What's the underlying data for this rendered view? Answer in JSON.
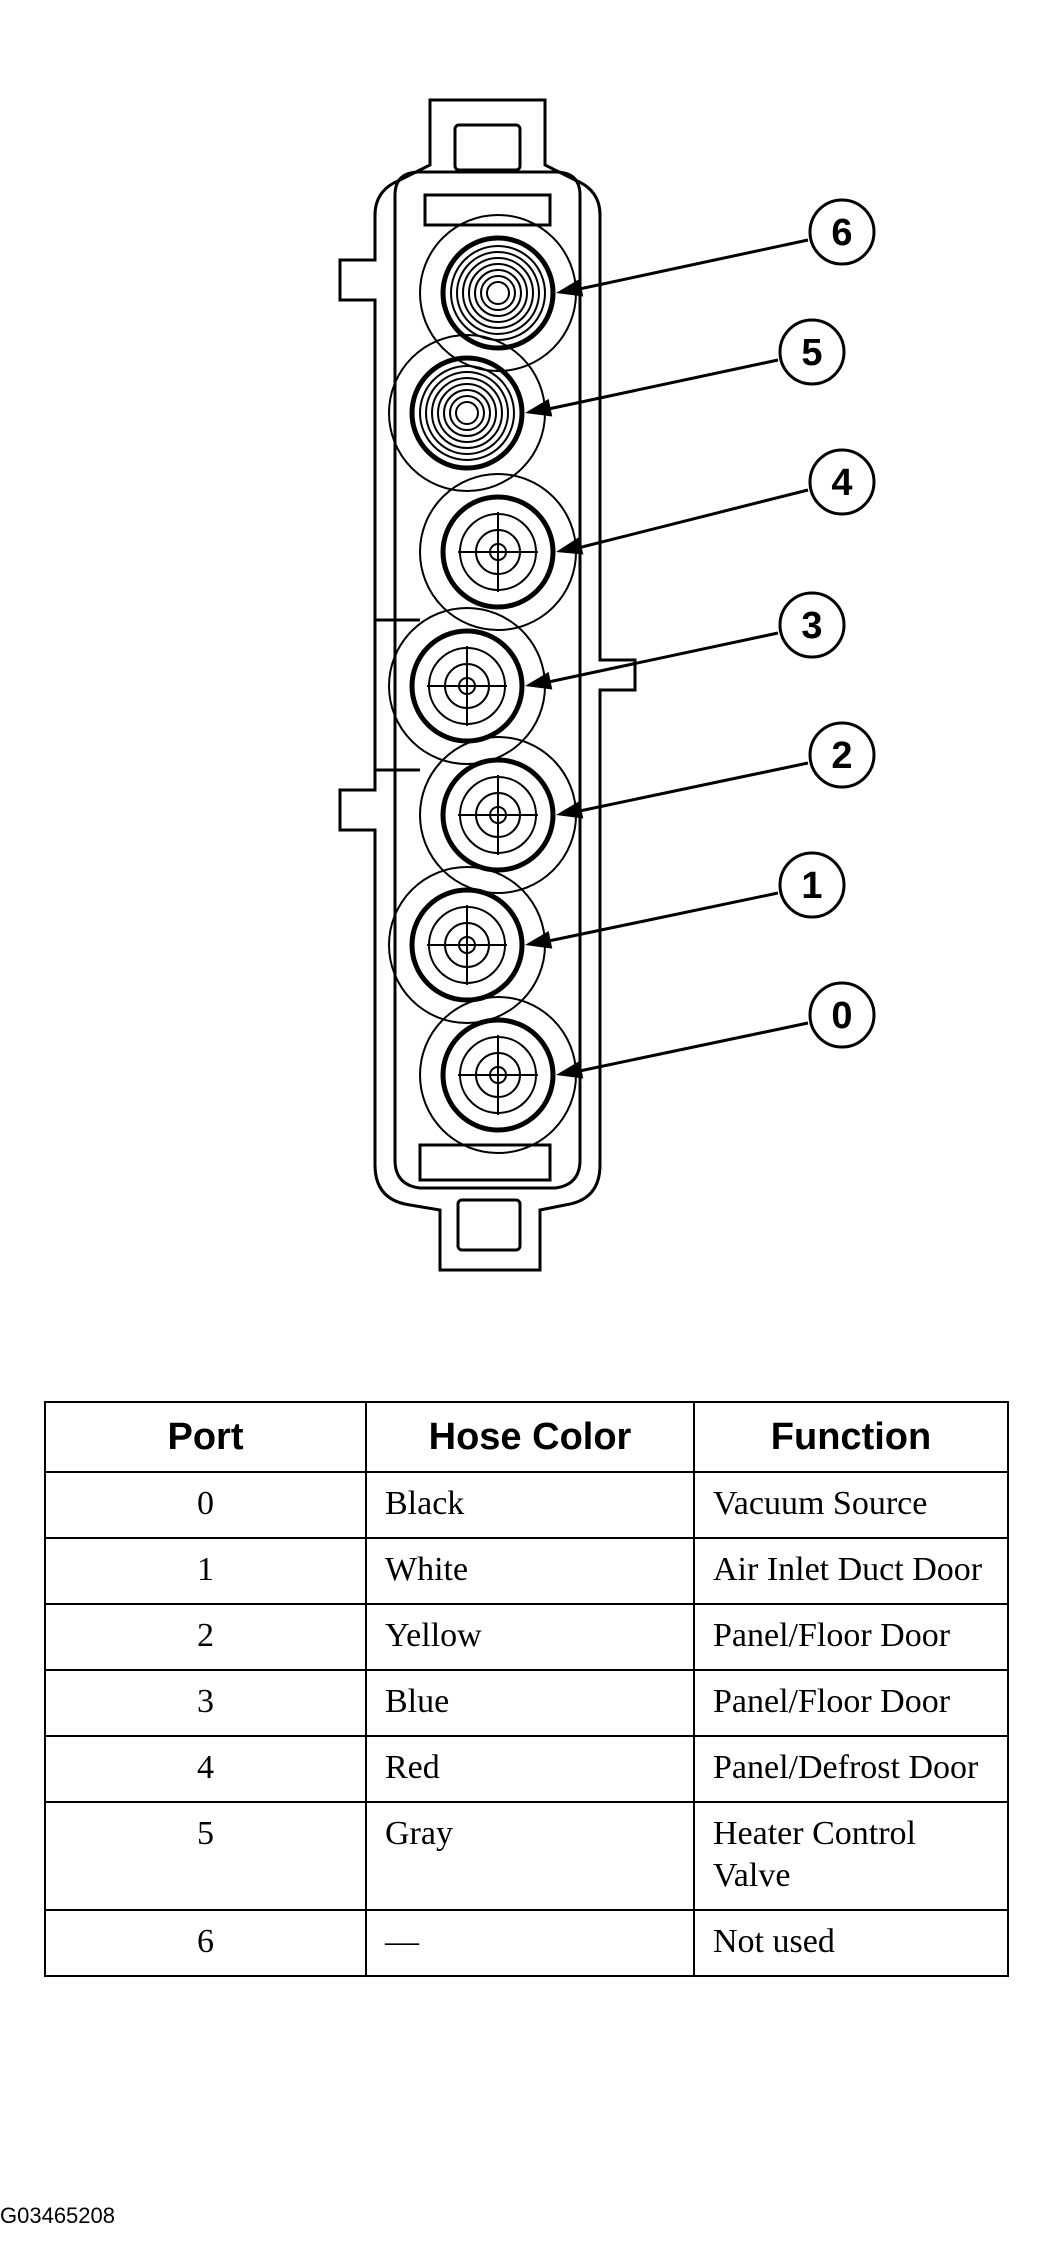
{
  "diagram": {
    "ports": [
      {
        "callout": "6",
        "style": "ribbed"
      },
      {
        "callout": "5",
        "style": "ribbed"
      },
      {
        "callout": "4",
        "style": "open"
      },
      {
        "callout": "3",
        "style": "open"
      },
      {
        "callout": "2",
        "style": "open"
      },
      {
        "callout": "1",
        "style": "open"
      },
      {
        "callout": "0",
        "style": "open"
      }
    ]
  },
  "table": {
    "headers": {
      "port": "Port",
      "hose_color": "Hose Color",
      "function": "Function"
    },
    "rows": [
      {
        "port": "0",
        "hose_color": "Black",
        "function": "Vacuum Source"
      },
      {
        "port": "1",
        "hose_color": "White",
        "function": "Air Inlet Duct Door"
      },
      {
        "port": "2",
        "hose_color": "Yellow",
        "function": "Panel/Floor Door"
      },
      {
        "port": "3",
        "hose_color": "Blue",
        "function": "Panel/Floor Door"
      },
      {
        "port": "4",
        "hose_color": "Red",
        "function": "Panel/Defrost Door"
      },
      {
        "port": "5",
        "hose_color": "Gray",
        "function": "Heater Control Valve"
      },
      {
        "port": "6",
        "hose_color": "—",
        "function": "Not used"
      }
    ]
  },
  "figure_code": "G03465208"
}
